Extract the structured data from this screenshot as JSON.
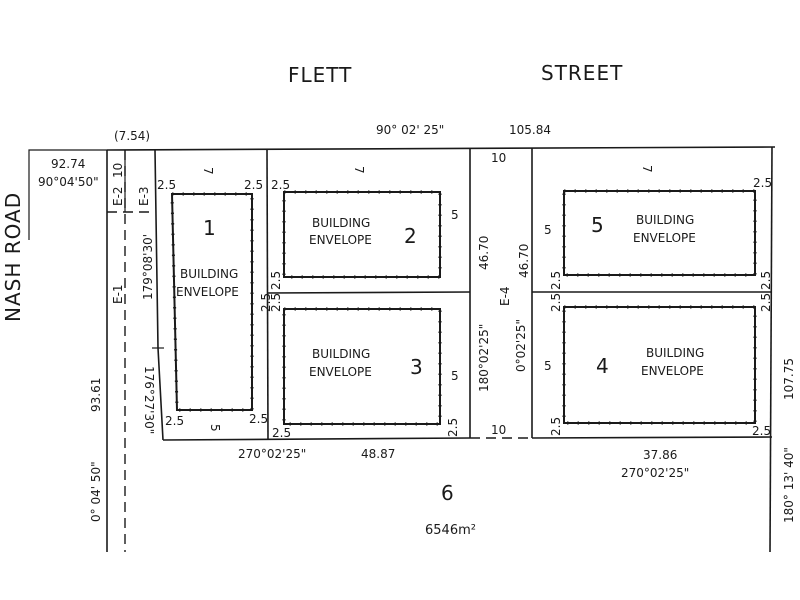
{
  "streets": {
    "flett_1": "FLETT",
    "flett_2": "STREET",
    "nash": "NASH   ROAD"
  },
  "boundary": {
    "top_bearing": "90° 02' 25\"",
    "top_length": "105.84",
    "corner_width": "(7.54)",
    "nw_length": "92.74",
    "nw_bearing": "90°04'50\"",
    "west_length": "93.61",
    "west_bearing": "0° 04' 50\"",
    "east_length": "107.75",
    "east_bearing": "180° 13' 40\"",
    "lot1_west_upper": "179°08'30'",
    "lot1_west_lower": "176°27'30\"",
    "mid_south_bearing": "270°02'25\"",
    "mid_south_length": "48.87",
    "east_south_length": "37.86",
    "east_south_bearing": "270°02'25\""
  },
  "easements": {
    "e1": "E-1",
    "e2": "E-2",
    "e3": "E-3",
    "e4": "E-4",
    "e2_width": "10",
    "e4_top": "10",
    "e4_bottom": "10",
    "e4_west_length": "46.70",
    "e4_west_bearing": "180°02'25\"",
    "e4_east_length": "46.70",
    "e4_east_bearing": "0°02'25\""
  },
  "lots": [
    {
      "number": "1",
      "envelope_l1": "BUILDING",
      "envelope_l2": "ENVELOPE",
      "front": "7",
      "side_l": "2.5",
      "side_r": "2.5",
      "rear": "5",
      "rear_l": "2.5",
      "rear_r": "2.5"
    },
    {
      "number": "2",
      "envelope_l1": "BUILDING",
      "envelope_l2": "ENVELOPE",
      "front": "7",
      "side_l": "2.5",
      "side_r": "5",
      "rear_l": "2.5"
    },
    {
      "number": "3",
      "envelope_l1": "BUILDING",
      "envelope_l2": "ENVELOPE",
      "front_l": "2.5",
      "side_r": "5",
      "rear_l": "2.5",
      "rear_r": "2.5",
      "side_l": "2.5"
    },
    {
      "number": "4",
      "envelope_l1": "BUILDING",
      "envelope_l2": "ENVELOPE",
      "side_l": "5",
      "top_l": "2.5",
      "top_r": "2.5",
      "bot_l": "2.5",
      "bot_r": "2.5"
    },
    {
      "number": "5",
      "envelope_l1": "BUILDING",
      "envelope_l2": "ENVELOPE",
      "front": "7",
      "side_l": "5",
      "top_r": "2.5",
      "bot_l": "2.5",
      "bot_r": "2.5"
    },
    {
      "number": "6",
      "area": "6546m²"
    }
  ],
  "misc": {
    "lot2_2_5_left": "2.5",
    "lot3_2_5_top": "2.5",
    "lot3_2_5_left": "2.5",
    "lot4_2_5_top_r": "2.5"
  }
}
